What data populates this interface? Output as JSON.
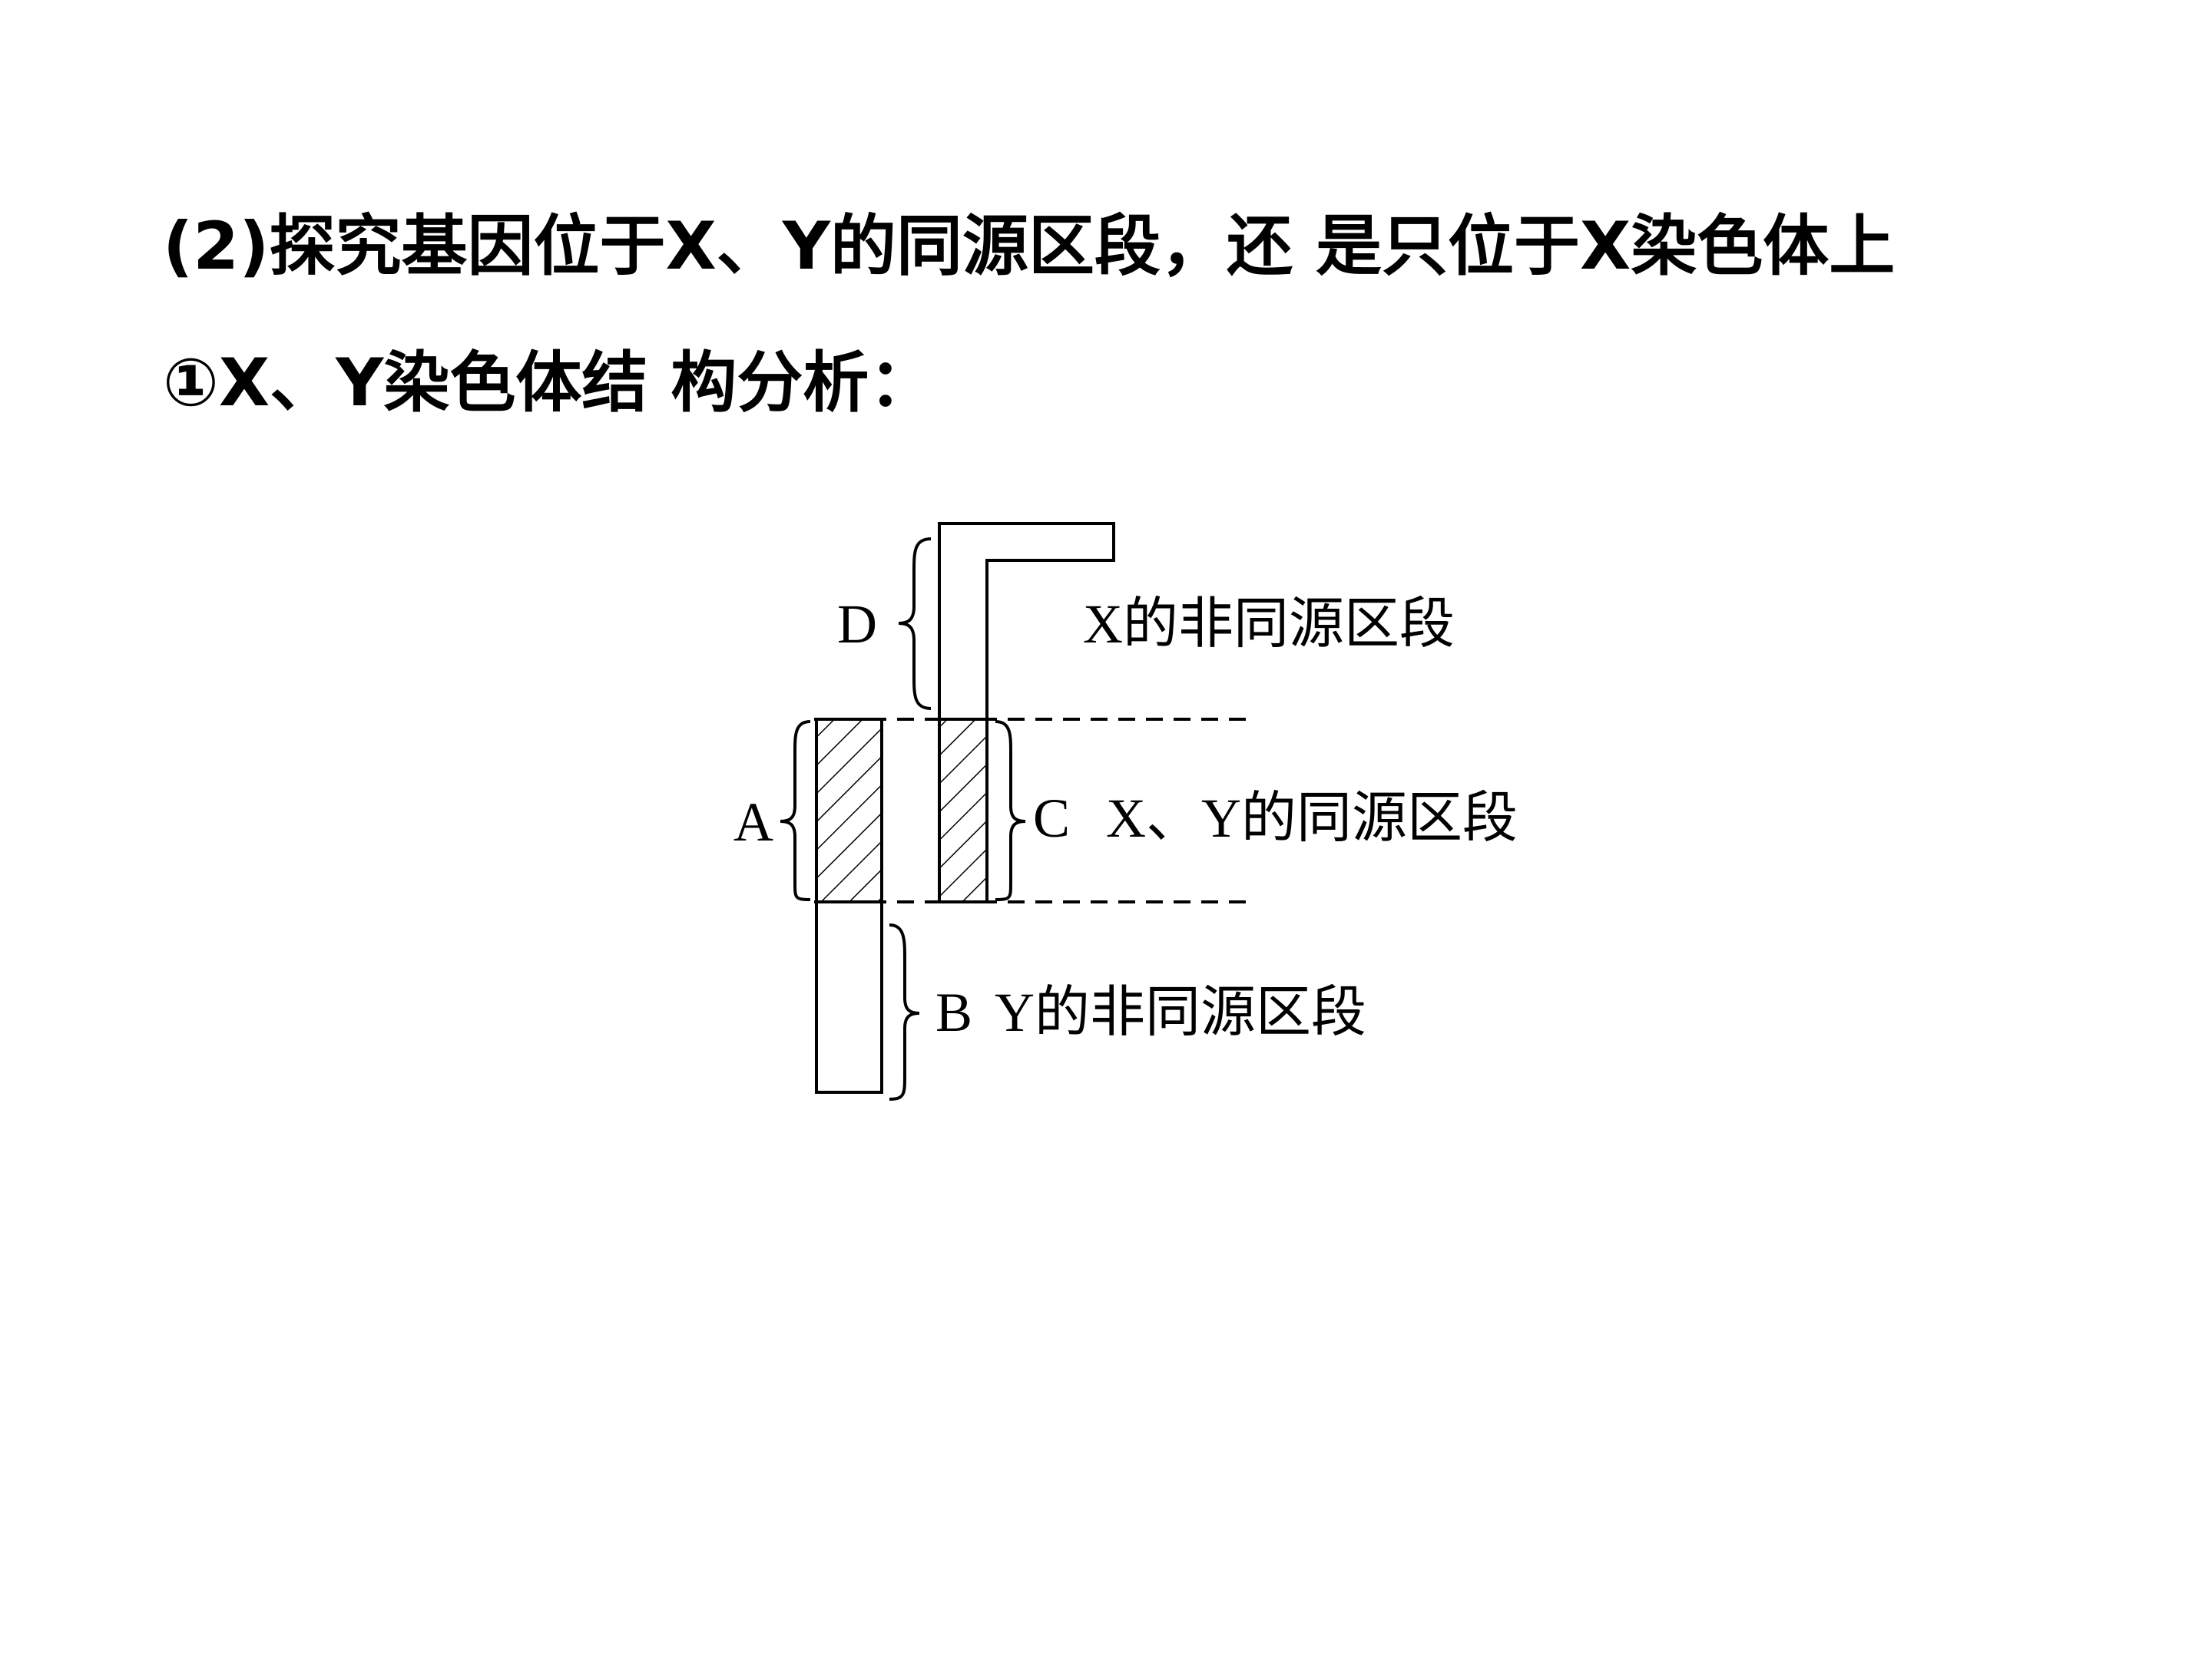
{
  "heading": {
    "line1": "(2)探究基因位于X、Y的同源区段，还 是只位于X染色体上",
    "line2": "①X、Y染色体结 构分析："
  },
  "diagram": {
    "label_d": "D",
    "label_x_nonhomologous": "X的非同源区段",
    "label_a": "A",
    "label_c": "C",
    "label_xy_homologous": "X、Y的同源区段",
    "label_b": "B",
    "label_y_nonhomologous": "Y的非同源区段"
  }
}
